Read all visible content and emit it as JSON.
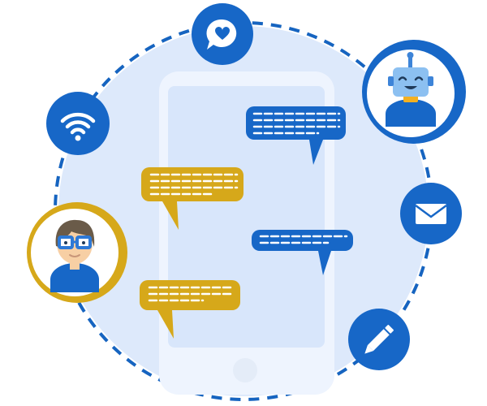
{
  "colors": {
    "background": "#ffffff",
    "ring_fill": "#dde9fb",
    "ring_dash": "#1664c0",
    "phone_body": "#eef4fe",
    "phone_screen": "#d8e6fb",
    "phone_home_button": "#e4ecf8",
    "blue_icon_fill": "#1767c7",
    "yellow_bubble": "#d6a81a",
    "blue_bubble": "#1767c7",
    "bubble_lines": "#ffffff",
    "user_ring": "#d6a81a",
    "bot_ring": "#1767c7",
    "user_skin": "#f7cfa4",
    "user_hair": "#6a5b49",
    "user_glasses": "#2d79d6",
    "user_shirt": "#1767c7",
    "bot_head": "#8cc0f1",
    "bot_antenna": "#3d84d8",
    "bot_body": "#1767c7",
    "bot_neck": "#f3b021",
    "bot_face_features": "#1f3a5a"
  },
  "icons": [
    "heart-chat-icon",
    "wifi-icon",
    "mail-icon",
    "pencil-icon"
  ],
  "avatars": [
    "user-avatar",
    "robot-avatar"
  ],
  "chat": {
    "messages": [
      {
        "sender": "bot",
        "side": "right",
        "style": "blue"
      },
      {
        "sender": "user",
        "side": "left",
        "style": "yellow"
      },
      {
        "sender": "bot",
        "side": "right",
        "style": "blue"
      },
      {
        "sender": "user",
        "side": "left",
        "style": "yellow"
      }
    ]
  }
}
